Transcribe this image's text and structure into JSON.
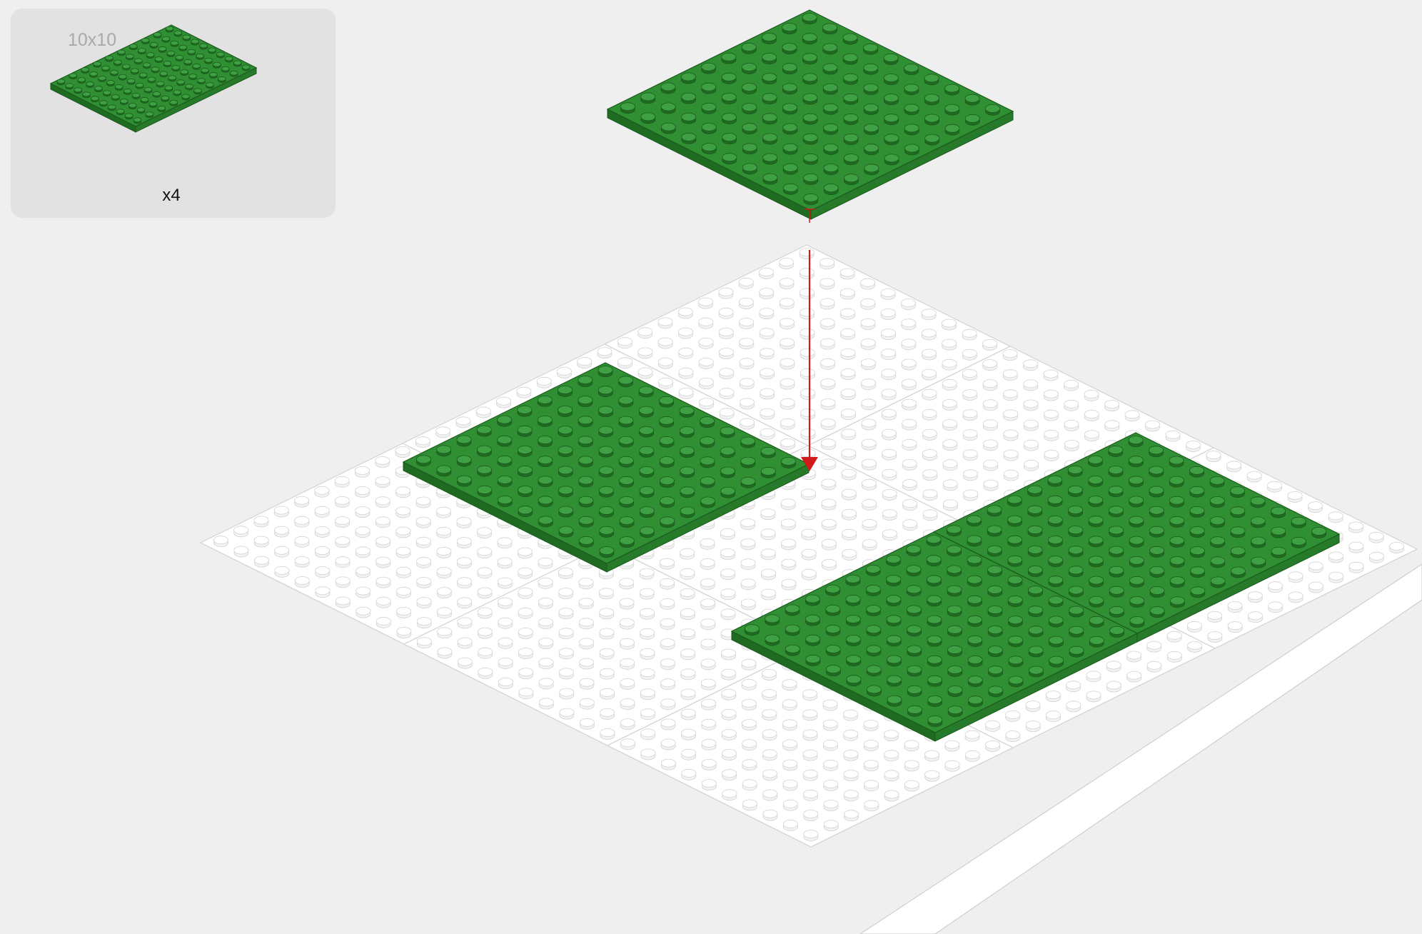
{
  "instruction_step": {
    "parts_callout": {
      "part_size_label": "10x10",
      "quantity_label": "x4",
      "part_color": "#2f8f32",
      "part_name": "green-plate-10x10"
    },
    "colors": {
      "background": "#efefef",
      "callout_background": "#e2e2e2",
      "plate_green": "#2f8f32",
      "plate_green_dark": "#1f6b22",
      "plate_green_light": "#3fa043",
      "baseplate_white": "#ffffff",
      "baseplate_outline": "#cfcfcf",
      "arrow_red": "#d11a1a"
    },
    "placed_plates": [
      "existing-plate-a",
      "existing-plate-b",
      "existing-plate-c"
    ],
    "new_plate": "falling-plate",
    "placement_arrow": "red-down-arrow"
  }
}
